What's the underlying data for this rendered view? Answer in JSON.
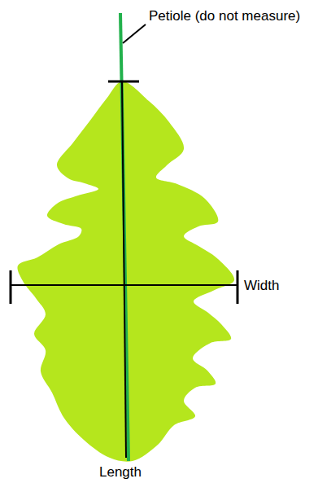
{
  "diagram": {
    "labels": [
      "Petiole (do not measure)",
      "Width",
      "Length"
    ]
  }
}
